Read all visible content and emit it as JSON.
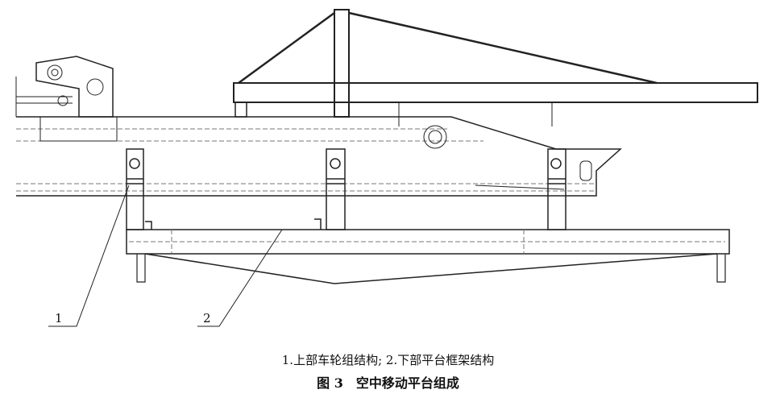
{
  "figure": {
    "part_labels": [
      "1",
      "2"
    ],
    "legend": "1.上部车轮组结构; 2.下部平台框架结构",
    "figure_number": "图 3",
    "title": "空中移动平台组成"
  }
}
